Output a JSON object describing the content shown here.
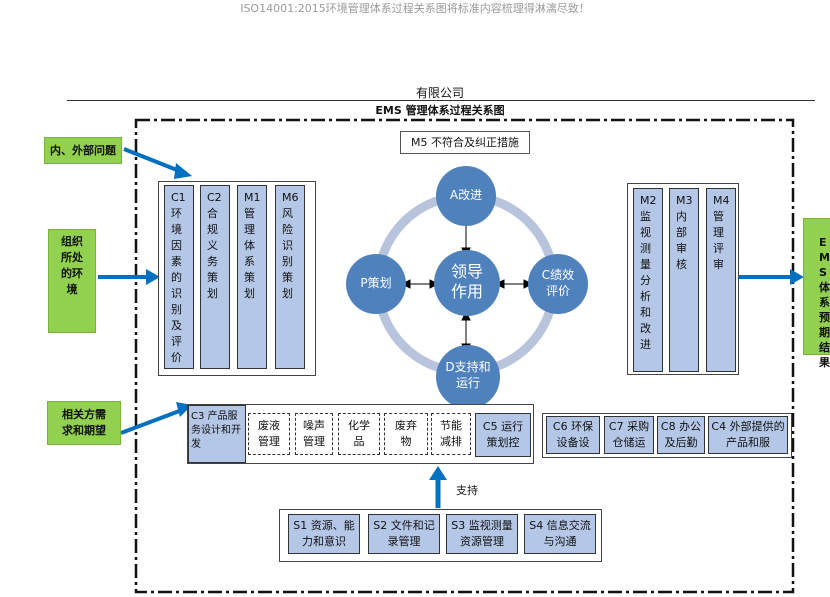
{
  "header": {
    "banner": "ISO14001:2015环境管理体系过程关系图将标准内容梳理得淋漓尽致！",
    "company": "有限公司",
    "diagram_title": "EMS 管理体系过程关系图"
  },
  "m5": "M5 不符合及纠正措施",
  "inputs": {
    "issues": "内、外部问题",
    "context": "组织所处的环境",
    "stakeholders": "相关方需求和期望"
  },
  "output": "EMS 体系预期结果",
  "left_group": [
    {
      "code": "C1",
      "text": "环境因素的识别及评价"
    },
    {
      "code": "C2",
      "text": "合规义务策划"
    },
    {
      "code": "M1",
      "text": "管理体系策划"
    },
    {
      "code": "M6",
      "text": "风险识别策划"
    }
  ],
  "right_group": [
    {
      "code": "M2",
      "text": "监视测量分析和改进"
    },
    {
      "code": "M3",
      "text": "内部审核"
    },
    {
      "code": "M4",
      "text": "管理评审"
    }
  ],
  "pdca": {
    "center": "领导作用",
    "top": "A改进",
    "left": "P策划",
    "right": "C绩效评价",
    "bottom": "D支持和运行"
  },
  "ops": {
    "c3": "C3 产品服务设计和开发",
    "sub": [
      "废液管理",
      "噪声管理",
      "化学品",
      "废弃物",
      "节能减排"
    ],
    "c5": "C5 运行策划控",
    "c6": "C6 环保设备设",
    "c7": "C7 采购仓储运",
    "c8": "C8 办公及后勤",
    "c4": "C4 外部提供的产品和服"
  },
  "support_label": "支持",
  "support": [
    "S1 资源、能力和意识",
    "S2 文件和记录管理",
    "S3 监视测量资源管理",
    "S4 信息交流与沟通"
  ],
  "colors": {
    "circle": "#4f81bd",
    "box": "#b4c7e7",
    "input": "#92d050",
    "arrow": "#0070c0",
    "ring": "#b8c4dc"
  }
}
